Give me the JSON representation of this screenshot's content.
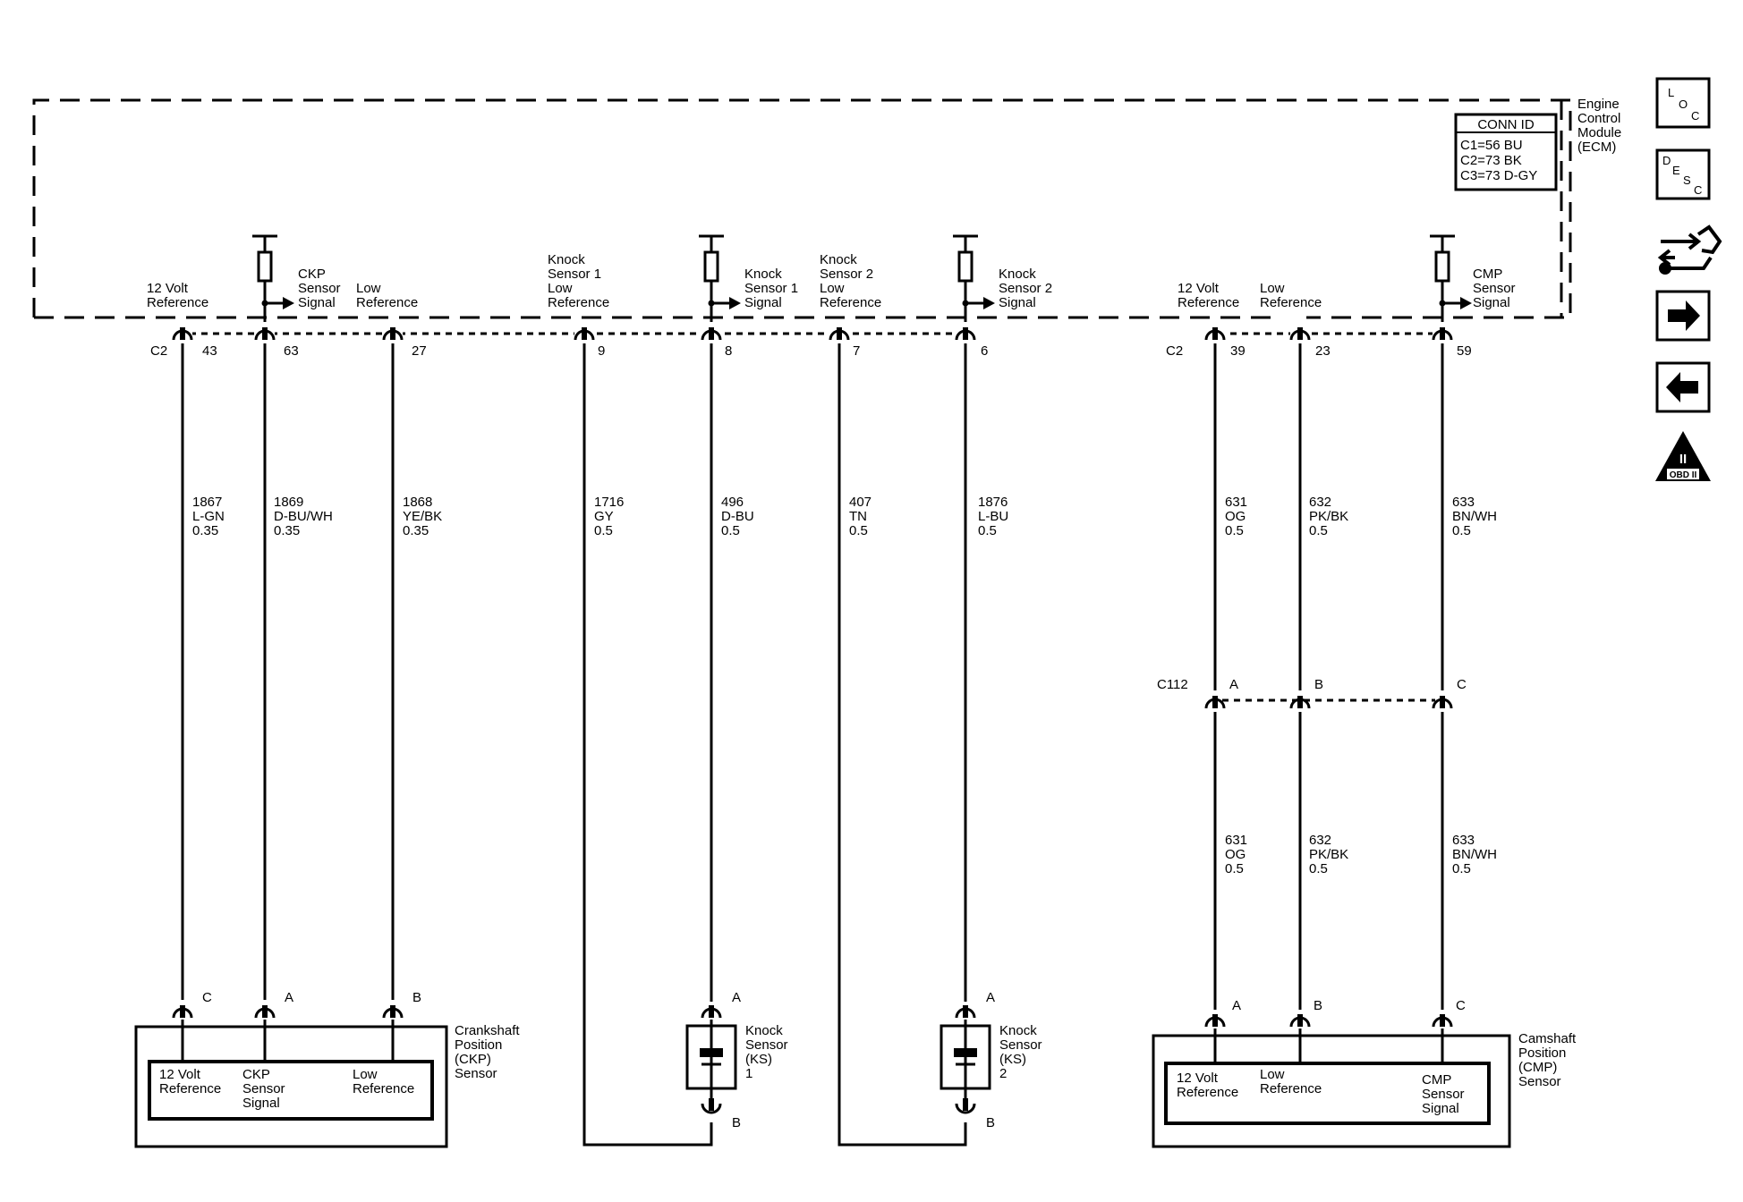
{
  "ecm": {
    "name": [
      "Engine",
      "Control",
      "Module",
      "(ECM)"
    ],
    "conn_title": "CONN ID",
    "conn_rows": [
      "C1=56 BU",
      "C2=73 BK",
      "C3=73 D-GY"
    ]
  },
  "terminals": [
    {
      "id": "t43",
      "label": [
        "12 Volt",
        "Reference"
      ],
      "conn": "C2",
      "pin": "43",
      "circuit": [
        "1867",
        "L-GN",
        "0.35"
      ]
    },
    {
      "id": "t63",
      "label": [
        "CKP",
        "Sensor",
        "Signal"
      ],
      "pin": "63",
      "circuit": [
        "1869",
        "D-BU/WH",
        "0.35"
      ]
    },
    {
      "id": "t27",
      "label": [
        "Low",
        "Reference"
      ],
      "pin": "27",
      "circuit": [
        "1868",
        "YE/BK",
        "0.35"
      ]
    },
    {
      "id": "t9",
      "label": [
        "Knock",
        "Sensor 1",
        "Low",
        "Reference"
      ],
      "pin": "9",
      "circuit": [
        "1716",
        "GY",
        "0.5"
      ]
    },
    {
      "id": "t8",
      "label": [
        "Knock",
        "Sensor 1",
        "Signal"
      ],
      "pin": "8",
      "circuit": [
        "496",
        "D-BU",
        "0.5"
      ]
    },
    {
      "id": "t7",
      "label": [
        "Knock",
        "Sensor 2",
        "Low",
        "Reference"
      ],
      "pin": "7",
      "circuit": [
        "407",
        "TN",
        "0.5"
      ]
    },
    {
      "id": "t6",
      "label": [
        "Knock",
        "Sensor 2",
        "Signal"
      ],
      "pin": "6",
      "circuit": [
        "1876",
        "L-BU",
        "0.5"
      ]
    },
    {
      "id": "t39",
      "label": [
        "12 Volt",
        "Reference"
      ],
      "conn": "C2",
      "pin": "39",
      "circuit": [
        "631",
        "OG",
        "0.5"
      ],
      "circuit2": [
        "631",
        "OG",
        "0.5"
      ]
    },
    {
      "id": "t23",
      "label": [
        "Low",
        "Reference"
      ],
      "pin": "23",
      "circuit": [
        "632",
        "PK/BK",
        "0.5"
      ],
      "circuit2": [
        "632",
        "PK/BK",
        "0.5"
      ]
    },
    {
      "id": "t59",
      "label": [
        "CMP",
        "Sensor",
        "Signal"
      ],
      "pin": "59",
      "circuit": [
        "633",
        "BN/WH",
        "0.5"
      ],
      "circuit2": [
        "633",
        "BN/WH",
        "0.5"
      ]
    }
  ],
  "inline_connector": {
    "name": "C112",
    "pins": [
      "A",
      "B",
      "C"
    ]
  },
  "ckp_sensor": {
    "name": [
      "Crankshaft",
      "Position",
      "(CKP)",
      "Sensor"
    ],
    "pins": [
      "C",
      "A",
      "B"
    ],
    "labels": [
      [
        "12 Volt",
        "Reference"
      ],
      [
        "CKP",
        "Sensor",
        "Signal"
      ],
      [
        "Low",
        "Reference"
      ]
    ]
  },
  "ks1": {
    "name": [
      "Knock",
      "Sensor",
      "(KS)",
      "1"
    ],
    "pin_top": "A",
    "pin_bottom": "B"
  },
  "ks2": {
    "name": [
      "Knock",
      "Sensor",
      "(KS)",
      "2"
    ],
    "pin_top": "A",
    "pin_bottom": "B"
  },
  "cmp_sensor": {
    "name": [
      "Camshaft",
      "Position",
      "(CMP)",
      "Sensor"
    ],
    "pins": [
      "A",
      "B",
      "C"
    ],
    "labels": [
      [
        "12 Volt",
        "Reference"
      ],
      [
        "Low",
        "Reference"
      ],
      [
        "CMP",
        "Sensor",
        "Signal"
      ]
    ]
  },
  "nav": {
    "loc": [
      "L",
      "O",
      "C"
    ],
    "desc": [
      "D",
      "E",
      "S",
      "C"
    ],
    "obd": [
      "II",
      "OBD II"
    ],
    "icons": [
      "location-icon",
      "description-icon",
      "connector-tool-icon",
      "next-arrow-icon",
      "previous-arrow-icon",
      "obd-ii-icon"
    ]
  }
}
